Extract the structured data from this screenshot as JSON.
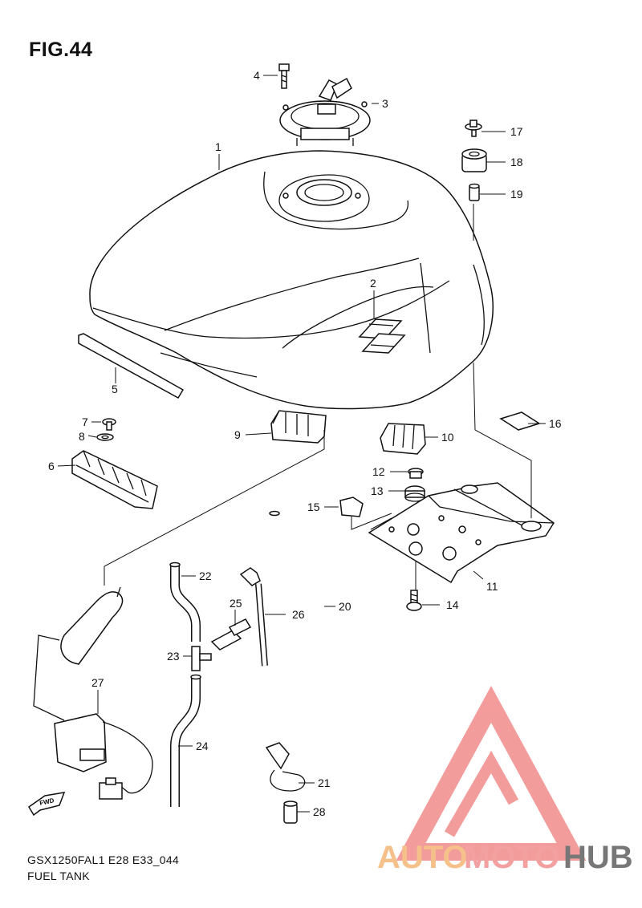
{
  "figure": {
    "title": "FIG.44",
    "model_code": "GSX1250FAL1 E28 E33_044",
    "name": "FUEL TANK"
  },
  "diagram": {
    "callouts": [
      "1",
      "2",
      "3",
      "4",
      "5",
      "6",
      "7",
      "8",
      "9",
      "10",
      "11",
      "12",
      "13",
      "14",
      "15",
      "16",
      "17",
      "18",
      "19",
      "20",
      "21",
      "22",
      "23",
      "24",
      "25",
      "26",
      "27",
      "28"
    ],
    "fwd_label": "FWD"
  },
  "watermark": {
    "part1": "AUTO",
    "part2": "MOTO",
    "part3": "HUB",
    "colors": {
      "auto": "#f5c089",
      "moto": "#f2a0a0",
      "hub": "#777777",
      "logo": "#f28b8b"
    }
  }
}
